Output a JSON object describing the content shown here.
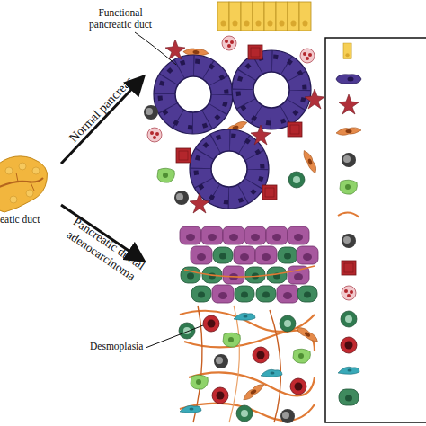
{
  "diagram": {
    "labels": [
      "Functional pancreatic duct",
      "Normal pancreas",
      "eatic duct",
      "Pancreatic ductal adenocarcinoma",
      "Desmoplasia"
    ]
  }
}
